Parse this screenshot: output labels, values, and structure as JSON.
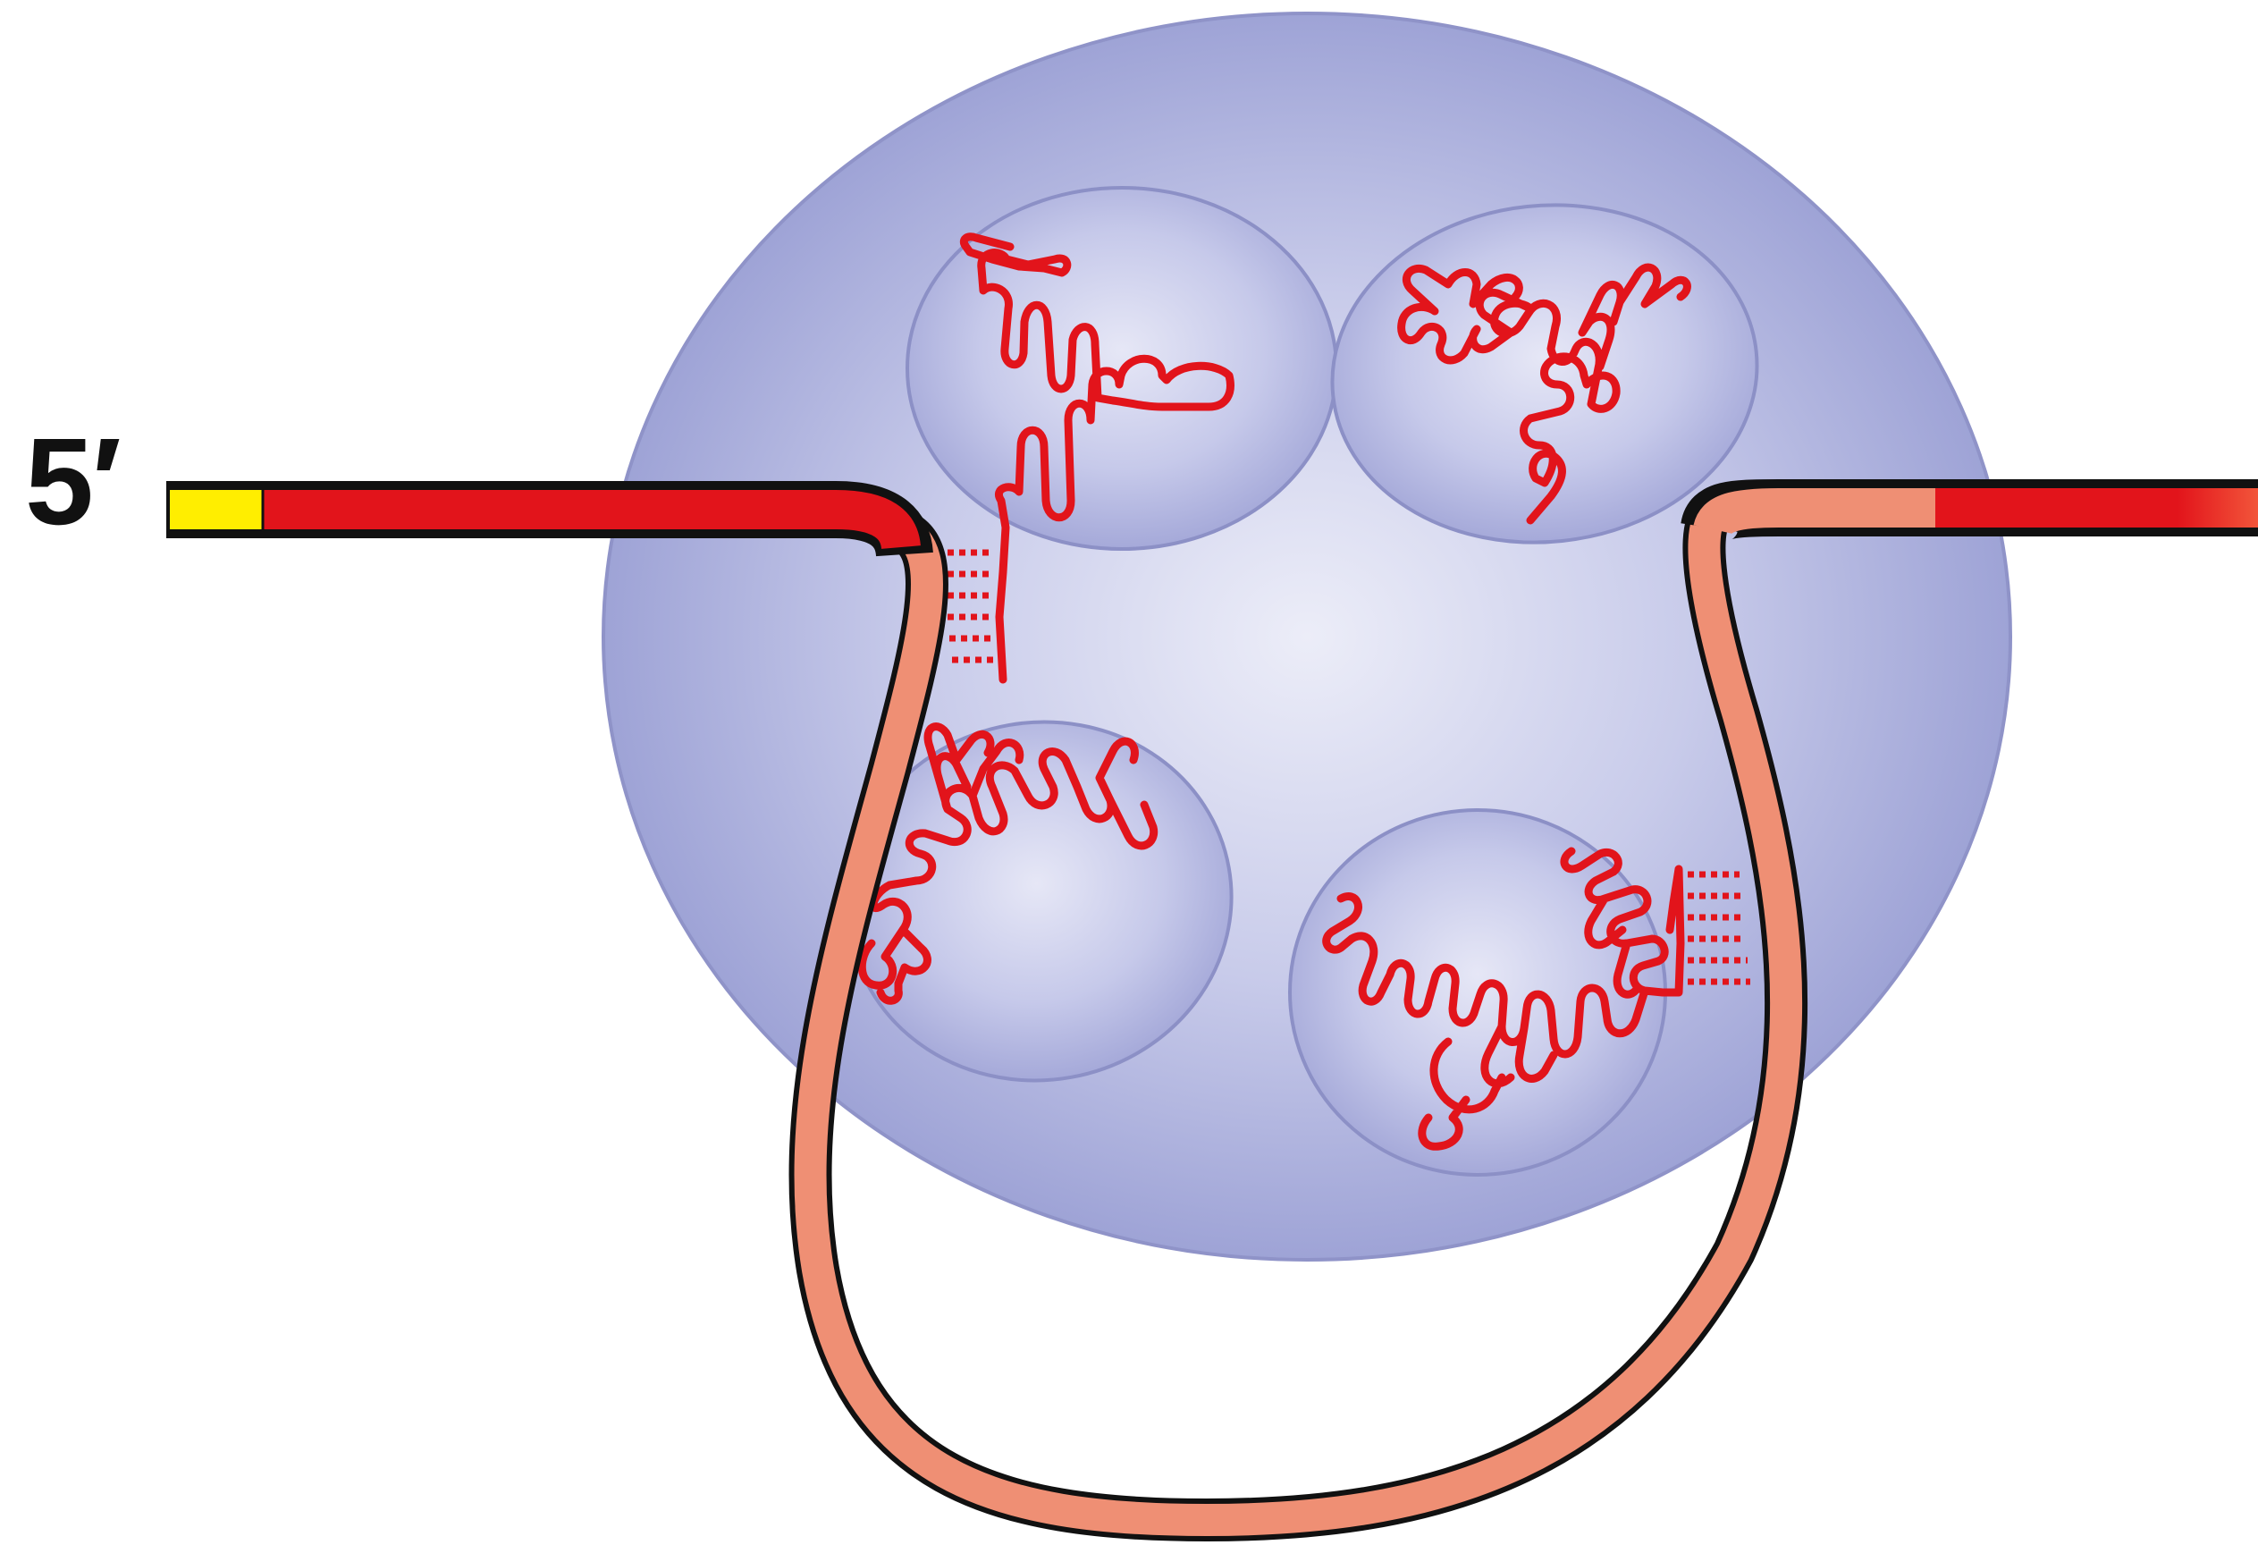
{
  "labels": {
    "five_prime": "5′"
  },
  "colors": {
    "particle_fill": "#aaaedb",
    "particle_edge": "#8f93c8",
    "subunit_fill": "#b9bce3",
    "rna_strand": "#e2141b",
    "rna_threaded": "#ef8f74",
    "cap": "#ffee00",
    "outline": "#111111",
    "background": "#ffffff"
  },
  "icons": {
    "particle": "ring-shaped-protein-complex",
    "subunits": "folded-protein-chain",
    "strand": "rna-strand"
  }
}
